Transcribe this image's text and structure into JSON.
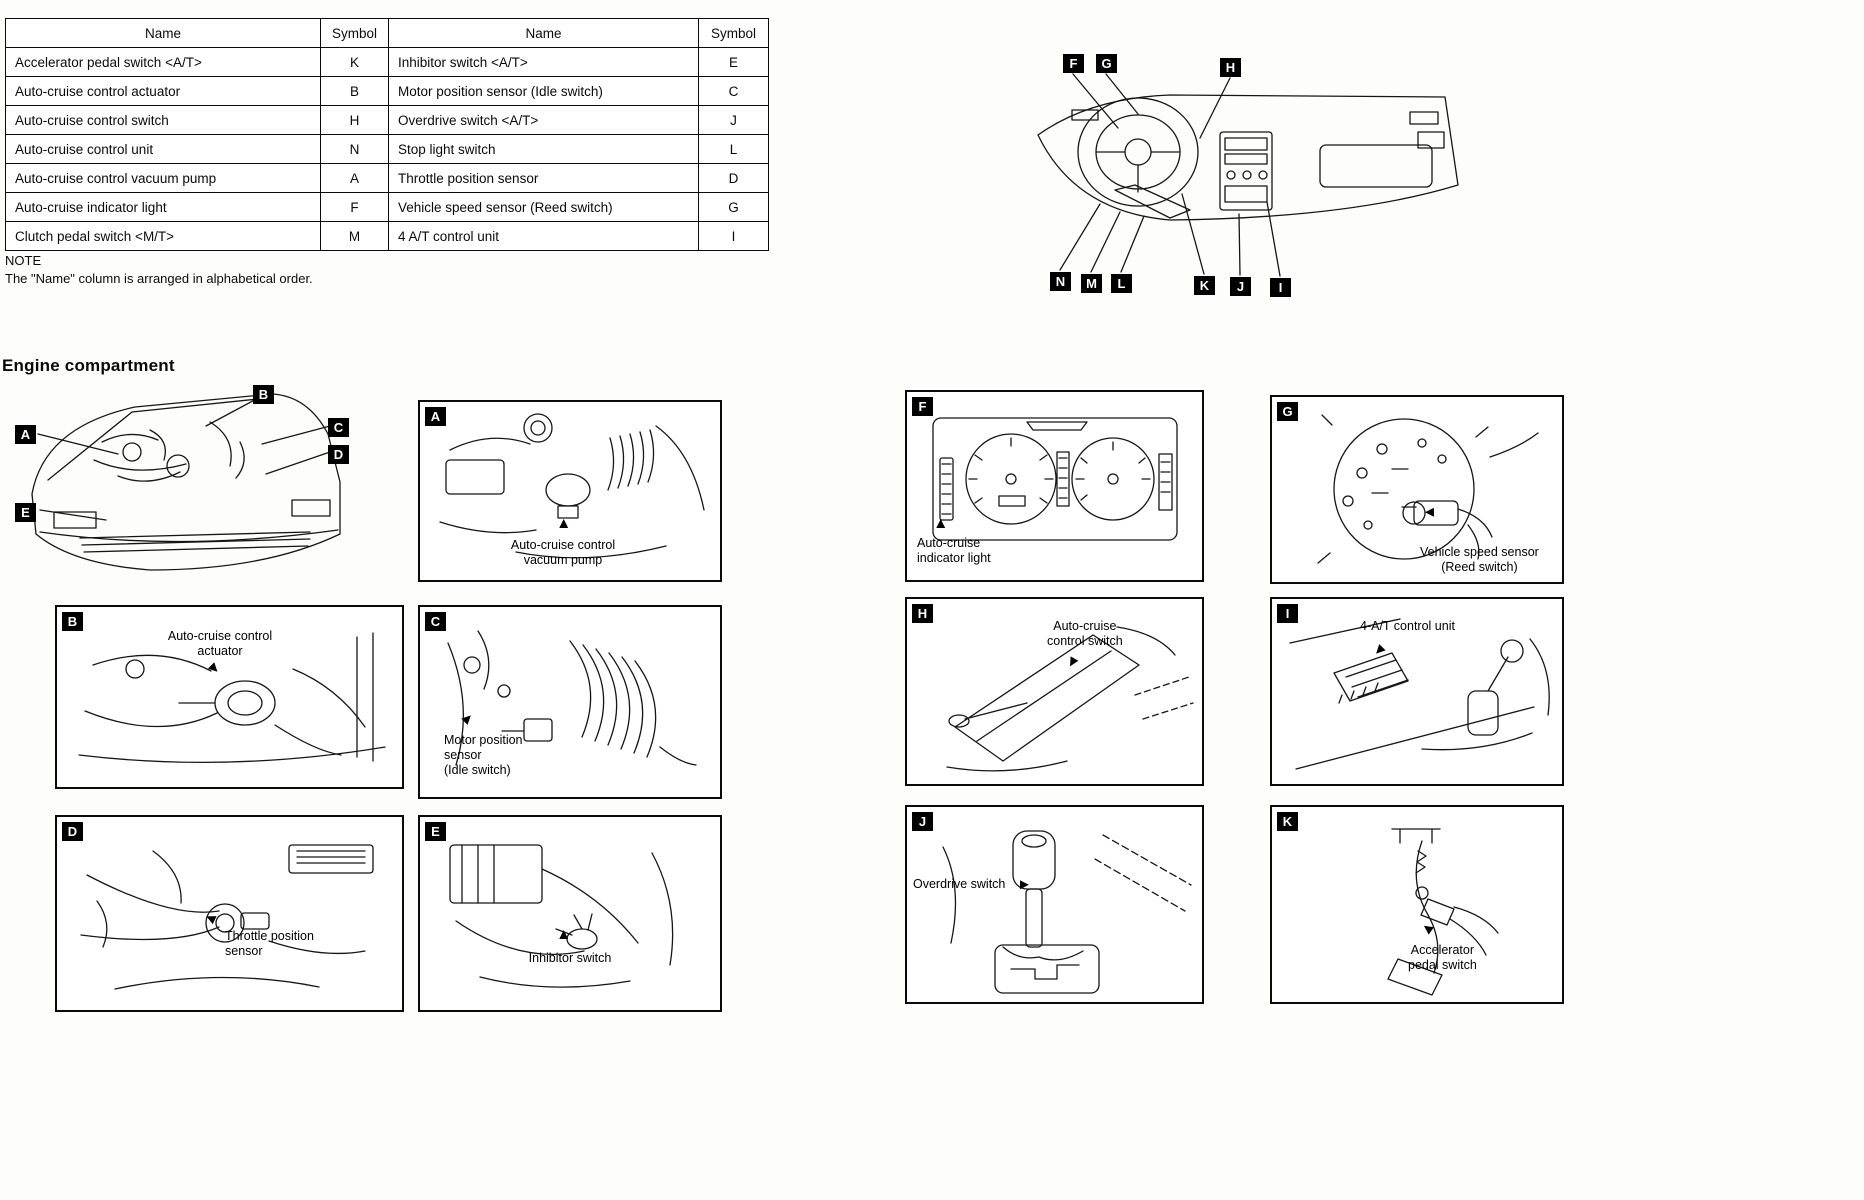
{
  "section_title": "Engine compartment",
  "table": {
    "headers": [
      "Name",
      "Symbol",
      "Name",
      "Symbol"
    ],
    "rows": [
      [
        "Accelerator pedal switch <A/T>",
        "K",
        "Inhibitor switch <A/T>",
        "E"
      ],
      [
        "Auto-cruise control actuator",
        "B",
        "Motor position sensor (Idle switch)",
        "C"
      ],
      [
        "Auto-cruise control switch",
        "H",
        "Overdrive switch <A/T>",
        "J"
      ],
      [
        "Auto-cruise control unit",
        "N",
        "Stop light switch",
        "L"
      ],
      [
        "Auto-cruise control vacuum pump",
        "A",
        "Throttle position sensor",
        "D"
      ],
      [
        "Auto-cruise indicator light",
        "F",
        "Vehicle speed sensor (Reed switch)",
        "G"
      ],
      [
        "Clutch pedal switch <M/T>",
        "M",
        "4 A/T control unit",
        "I"
      ]
    ]
  },
  "note": {
    "label": "NOTE",
    "text": "The \"Name\" column is arranged in alphabetical order."
  },
  "dashboard": {
    "top_labels": [
      "F",
      "G",
      "H"
    ],
    "bottom_labels": [
      "N",
      "M",
      "L",
      "K",
      "J",
      "I"
    ]
  },
  "overview": {
    "labels": [
      "A",
      "B",
      "C",
      "D",
      "E"
    ]
  },
  "panels": [
    {
      "letter": "A",
      "caption": "Auto-cruise control\nvacuum pump"
    },
    {
      "letter": "B",
      "caption": "Auto-cruise control\nactuator"
    },
    {
      "letter": "C",
      "caption": "Motor position\nsensor\n(Idle switch)"
    },
    {
      "letter": "D",
      "caption": "Throttle position\nsensor"
    },
    {
      "letter": "E",
      "caption": "Inhibitor switch"
    },
    {
      "letter": "F",
      "caption": "Auto-cruise\nindicator light"
    },
    {
      "letter": "G",
      "caption": "Vehicle speed sensor\n(Reed switch)"
    },
    {
      "letter": "H",
      "caption": "Auto-cruise\ncontrol switch"
    },
    {
      "letter": "I",
      "caption": "4-A/T control unit"
    },
    {
      "letter": "J",
      "caption": "Overdrive switch"
    },
    {
      "letter": "K",
      "caption": "Accelerator\npedal switch"
    }
  ],
  "icons": {
    "pointer_arrow": "►"
  }
}
